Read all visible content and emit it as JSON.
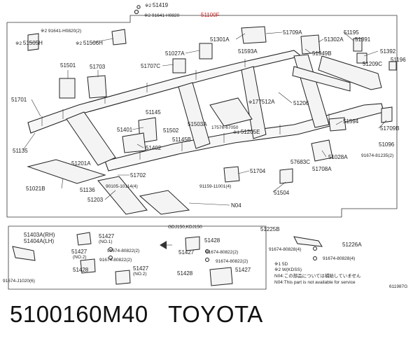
{
  "part_number_highlight": "51100F",
  "labels": {
    "l51419": "51419",
    "l91641_top": "91641-H0820",
    "l91641_left": "91641-H0820(2)",
    "l51505H": "51505H",
    "l51506H": "51506H",
    "l51501": "51501",
    "l51703": "51703",
    "l51701": "51701",
    "l51135": "51135",
    "l51201A": "51201A",
    "l51021B": "51021B",
    "l51136": "51136",
    "l51203": "51203",
    "l51401": "51401",
    "l51402": "51402",
    "l51502": "51502",
    "l51145": "51145",
    "l51145B": "51145B",
    "l51702": "51702",
    "l90105": "90105-10114(4)",
    "l51027A": "51027A",
    "l51707C": "51707C",
    "l51301A": "51301A",
    "l51593A": "51593A",
    "l51709A": "51709A",
    "l51302A": "51302A",
    "l51949B": "51949B",
    "l51195": "51195",
    "l51391": "51391",
    "l51392": "51392",
    "l51209C": "51209C",
    "l51196": "51196",
    "l51206": "51206",
    "l51594": "51594",
    "l51709B": "51709B",
    "l51096": "51096",
    "l91674_81235": "91674-81235(2)",
    "l51028A": "51028A",
    "l51708A": "51708A",
    "l57683C": "57683C",
    "l51704": "51704",
    "l51504": "51504",
    "l91159": "91159-11001(4)",
    "l177512A": "177512A",
    "l51503A": "51503A",
    "l17576": "17576-67050",
    "l51205E": "51205E",
    "lN04": "N04",
    "l51403A": "51403A(RH)",
    "l51404A": "51404A(LH)",
    "l91674_J1020": "91674-J1020(6)",
    "l51427_1": "51427",
    "l51427_no1": "(NO.1)",
    "l51427_2": "51427",
    "l51427_no2": "(NO.2)",
    "l51427_3": "51427",
    "l51427_no2b": "(NO.2)",
    "l51428": "51428",
    "l91674_80822_a": "91674-80822(2)",
    "l91674_80822_b": "91674-80822(2)",
    "l91674_80822_c": "91674-80822(2)",
    "l91674_80822_d": "91674-80822(2)",
    "lGDJ150": "GDJ150,KDJ150",
    "l51428_b": "51428",
    "l51427_b": "51427",
    "l51428_c": "51428",
    "l51427_c": "51427",
    "l51225B": "51225B",
    "l91674_80828_a": "91674-80828(4)",
    "l51226A": "51226A",
    "l91674_80828_b": "91674-80828(4)",
    "note1": "※1 5D",
    "note2": "※2 W(KDSS)",
    "note3": "N04:この部品については補給していません",
    "note4": "N04:This part is not available for service",
    "ref": "611987G"
  },
  "bottom_title": "5100160M40   TOYOTA"
}
